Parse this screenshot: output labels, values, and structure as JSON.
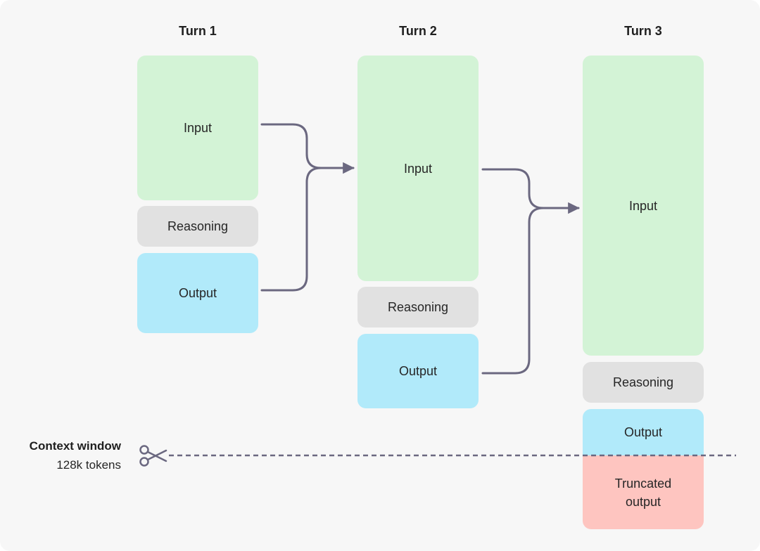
{
  "turns": [
    {
      "title": "Turn 1",
      "input_label": "Input",
      "reasoning_label": "Reasoning",
      "output_label": "Output"
    },
    {
      "title": "Turn 2",
      "input_label": "Input",
      "reasoning_label": "Reasoning",
      "output_label": "Output"
    },
    {
      "title": "Turn 3",
      "input_label": "Input",
      "reasoning_label": "Reasoning",
      "output_label": "Output",
      "truncated_label": "Truncated output"
    }
  ],
  "context_window": {
    "title": "Context window",
    "subtitle": "128k tokens"
  },
  "colors": {
    "background": "#f7f7f7",
    "input": "#d3f3d6",
    "reasoning": "#e1e1e1",
    "output": "#b1eafa",
    "truncated": "#fec5c0",
    "connector": "#6b6880"
  },
  "icons": {
    "cut_marker": "scissors-icon"
  }
}
